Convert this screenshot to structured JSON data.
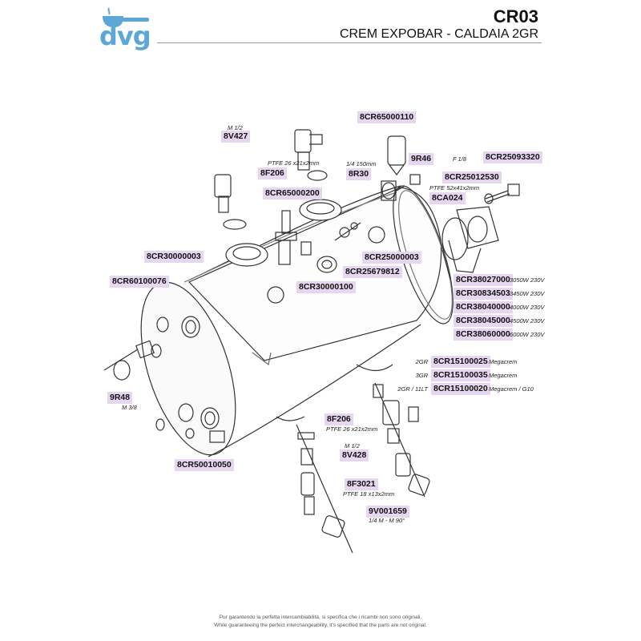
{
  "header": {
    "logo_text": "dvg",
    "code": "CR03",
    "subtitle": "CREM EXPOBAR - CALDAIA 2GR"
  },
  "labels": {
    "c8V427": "8V427",
    "n8V427": "M 1/2",
    "c8F206_top": "8F206",
    "n8F206_top": "PTFE 26 x21x2mm",
    "c8CR65000200": "8CR65000200",
    "c8CR65000110": "8CR65000110",
    "c9R46": "9R46",
    "n9R46": "F 1/8",
    "c8R30": "8R30",
    "n8R30": "1/4 150mm",
    "c8CR25093320": "8CR25093320",
    "c8CR25012530": "8CR25012530",
    "n8CR25012530": "PTFE 52x41x2mm",
    "c8CA024": "8CA024",
    "c8CR30000003": "8CR30000003",
    "c8CR25000003": "8CR25000003",
    "c8CR25679812": "8CR25679812",
    "c8CR60100076": "8CR60100076",
    "c8CR30000100": "8CR30000100",
    "c9R48": "9R48",
    "n9R48": "M 3/8",
    "c8CR50010050": "8CR50010050",
    "c8F206_bottom": "8F206",
    "n8F206_bottom": "PTFE 26 x21x2mm",
    "c8V428": "8V428",
    "n8V428": "M 1/2",
    "c8F3021": "8F3021",
    "n8F3021": "PTFE 18 x13x2mm",
    "c9V001659": "9V001659",
    "n9V001659": "1/4 M - M 90°"
  },
  "resistances": [
    {
      "code": "8CR38027000",
      "spec": "3050W 230V"
    },
    {
      "code": "8CR30834503",
      "spec": "3450W 230V"
    },
    {
      "code": "8CR38040000",
      "spec": "4000W 230V"
    },
    {
      "code": "8CR38045000",
      "spec": "4500W 230V"
    },
    {
      "code": "8CR38060000",
      "spec": "6000W 230V"
    }
  ],
  "boilers": [
    {
      "prefix": "2GR",
      "code": "8CR15100025",
      "note": "Megacrem"
    },
    {
      "prefix": "3GR",
      "code": "8CR15100035",
      "note": "Megacrem"
    },
    {
      "prefix": "2GR / 11LT",
      "code": "8CR15100020",
      "note": "Megacrem / G10"
    }
  ],
  "footer": {
    "line1": "Pur garantendo la perfetta intercambiabilità, si specifica che i ricambi non sono originali.",
    "line2": "While guaranteeing the perfect interchangeability, it's specified that the parts are not original."
  }
}
